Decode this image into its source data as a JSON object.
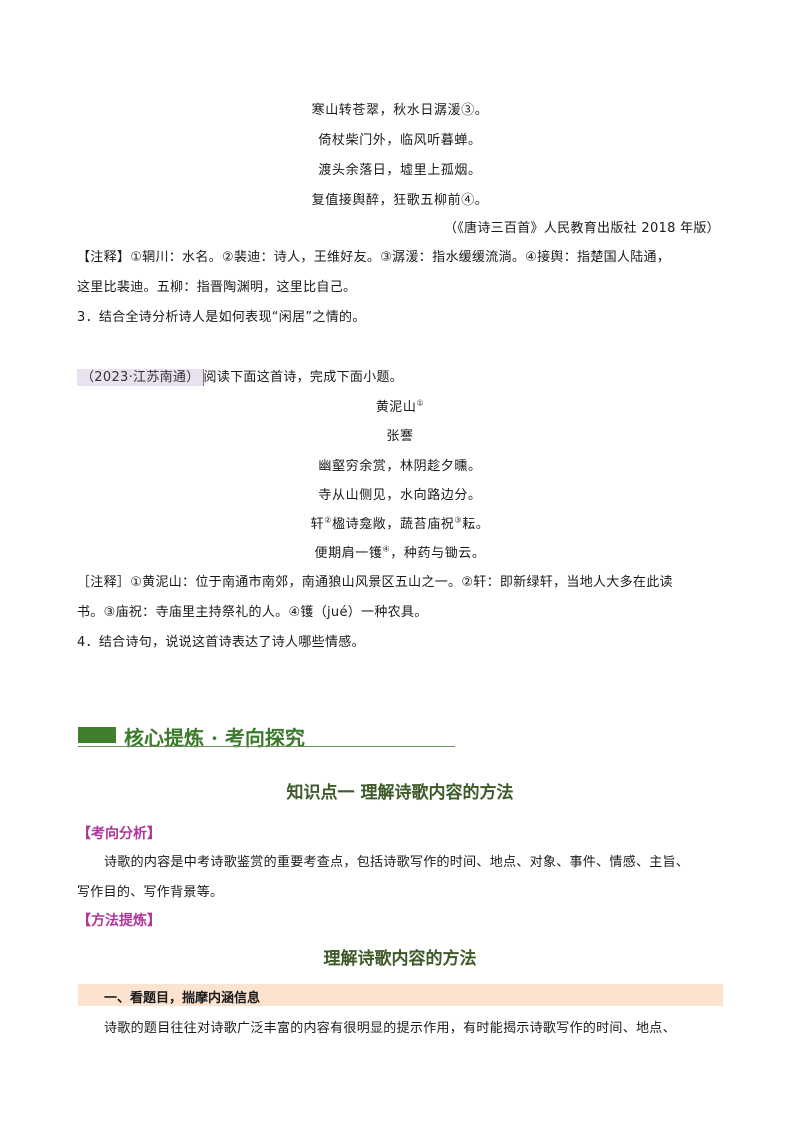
{
  "poem1": {
    "lines": [
      "寒山转苍翠，秋水日潺湲③。",
      "倚杖柴门外，临风听暮蝉。",
      "渡头余落日，墟里上孤烟。",
      "复值接舆醉，狂歌五柳前④。"
    ],
    "source": "（《唐诗三百首》人民教育出版社 2018 年版）",
    "note_line1": "【注释】①辋川：水名。②裴迪：诗人，王维好友。③潺湲：指水缓缓流淌。④接舆：指楚国人陆通，",
    "note_line2": "这里比裴迪。五柳：指晋陶渊明，这里比自己。",
    "question": "3．结合全诗分析诗人是如何表现“闲居”之情的。"
  },
  "poem2": {
    "source_tag": "（2023·江苏南通）",
    "intro": "阅读下面这首诗，完成下面小题。",
    "title": "黄泥山",
    "title_sup": "①",
    "author": "张謇",
    "line1": "幽壑穷余赏，林阴趁夕曛。",
    "line2": "寺从山侧见，水向路边分。",
    "line3_a": "轩",
    "line3_sup1": "②",
    "line3_b": "楹诗龛敞，蔬苔庙祝",
    "line3_sup2": "③",
    "line3_c": "耘。",
    "line4_a": "便期肩一镬",
    "line4_sup": "④",
    "line4_b": "，种药与锄云。",
    "note_line1": "［注释］①黄泥山：位于南通市南郊，南通狼山风景区五山之一。②轩：即新绿轩，当地人大多在此读",
    "note_line2": "书。③庙祝：寺庙里主持祭礼的人。④镬（jué）一种农具。",
    "question": "4．结合诗句，说说这首诗表达了诗人哪些情感。"
  },
  "section": {
    "banner": "核心提炼 · 考向探究",
    "knowledge_title": "知识点一  理解诗歌内容的方法",
    "analysis_label": "【考向分析】",
    "analysis_line1": "诗歌的内容是中考诗歌鉴赏的重要考查点，包括诗歌写作的时间、地点、对象、事件、情感、主旨、",
    "analysis_line2": "写作目的、写作背景等。",
    "method_label": "【方法提炼】",
    "method_title": "理解诗歌内容的方法",
    "step1": "一、看题目，揣摩内涵信息",
    "step1_text": "诗歌的题目往往对诗歌广泛丰富的内容有很明显的提示作用，有时能揭示诗歌写作的时间、地点、"
  },
  "colors": {
    "banner_green": "#3c7a2c",
    "heading_dark_green": "#3d5a28",
    "label_magenta": "#b0359a",
    "step_bg": "#fbe3cf",
    "tag_bg": "#e8e2f0"
  }
}
